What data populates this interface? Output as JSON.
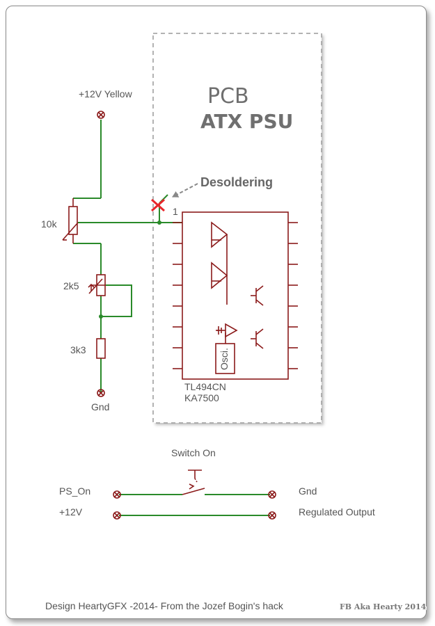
{
  "pcb": {
    "line1": "PCB",
    "line2": "ATX PSU"
  },
  "annotation": {
    "desoldering": "Desoldering"
  },
  "labels": {
    "plus12_yellow": "+12V Yellow",
    "r10k": "10k",
    "r2k5": "2k5",
    "r3k3": "3k3",
    "gnd": "Gnd",
    "pin1": "1",
    "ic_line1": "TL494CN",
    "ic_line2": "KA7500",
    "osc": "Osci.",
    "switch_on": "Switch On",
    "ps_on": "PS_On",
    "plus12": "+12V",
    "gnd_right": "Gnd",
    "regulated": "Regulated Output"
  },
  "footer": {
    "credit": "Design HeartyGFX -2014-   From the Jozef Bogin's hack",
    "signature": "FB Aka Hearty 2014"
  },
  "colors": {
    "wire": "#2a8a2a",
    "component": "#8b1a1a",
    "cross": "#e8262b",
    "arrow": "#888888",
    "text": "#555555"
  }
}
